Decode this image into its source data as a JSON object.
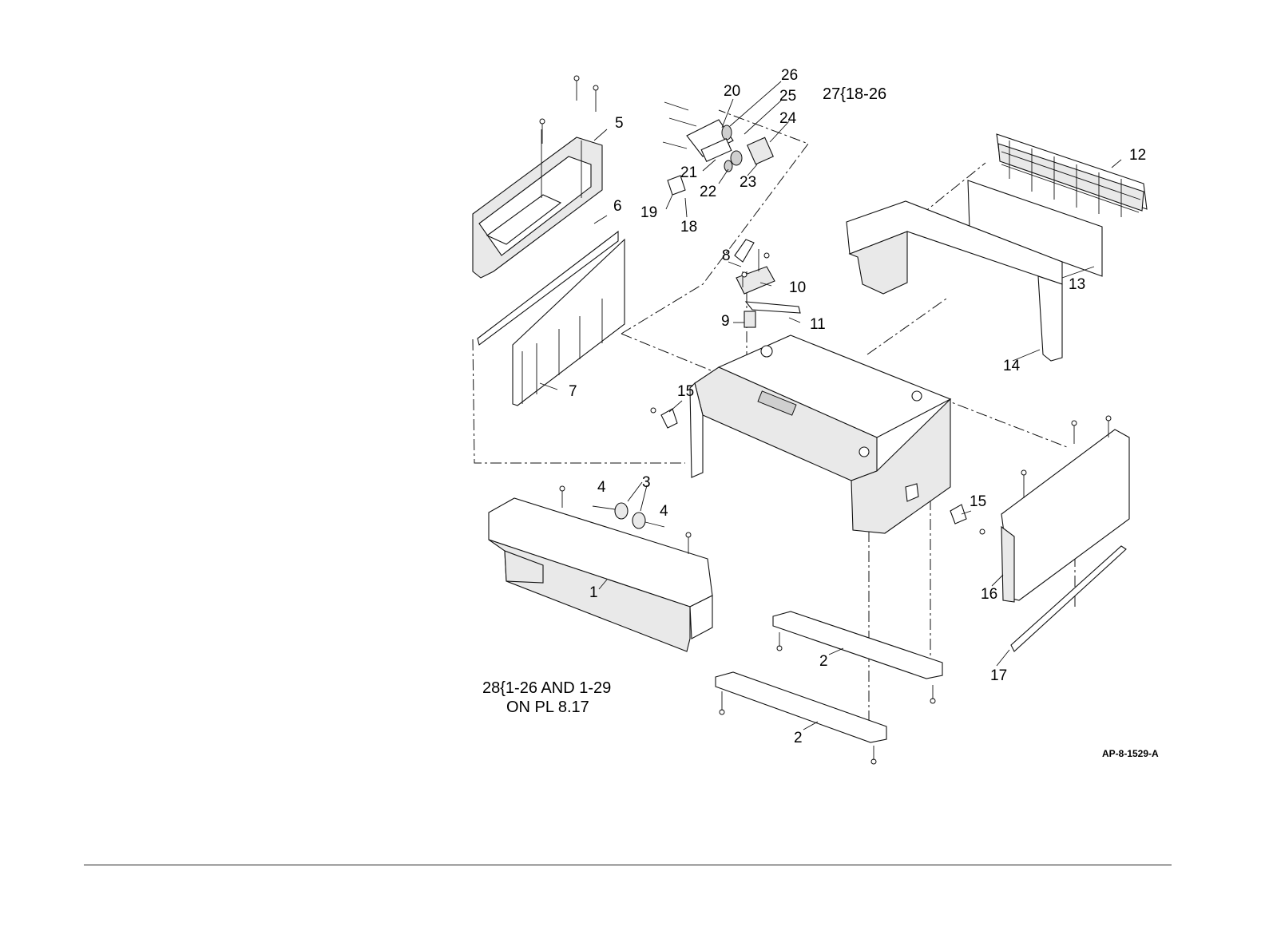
{
  "diagram": {
    "callouts": {
      "p1": "1",
      "p2a": "2",
      "p2b": "2",
      "p3": "3",
      "p4a": "4",
      "p4b": "4",
      "p5": "5",
      "p6": "6",
      "p7": "7",
      "p8": "8",
      "p9": "9",
      "p10": "10",
      "p11": "11",
      "p12": "12",
      "p13": "13",
      "p14": "14",
      "p15a": "15",
      "p15b": "15",
      "p16": "16",
      "p17": "17",
      "p18": "18",
      "p19": "19",
      "p20": "20",
      "p21": "21",
      "p22": "22",
      "p23": "23",
      "p24": "24",
      "p25": "25",
      "p26": "26"
    },
    "kit_27": "27{18-26",
    "kit_28_line1": "28{1-26 AND 1-29",
    "kit_28_line2": "ON PL 8.17",
    "figure_ref": "AP-8-1529-A"
  }
}
